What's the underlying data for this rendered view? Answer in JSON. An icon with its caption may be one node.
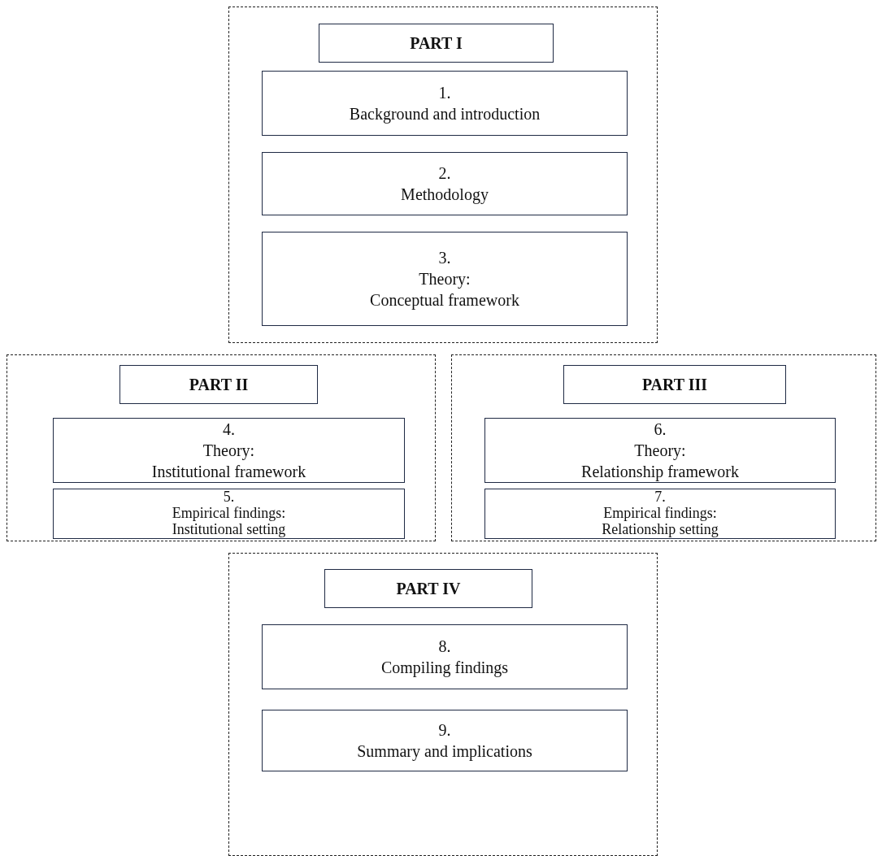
{
  "diagram": {
    "nodes": [
      {
        "text": [],
        "shape": "box"
      },
      {
        "text": [
          "PART I"
        ],
        "in": 0
      },
      {
        "text": [
          "1.",
          "Background and introduction"
        ],
        "in": 0
      },
      {
        "text": [
          "2.",
          "Methodology"
        ],
        "in": 0
      },
      {
        "text": [
          "3.",
          "Theory:",
          "Conceptual framework"
        ],
        "in": 0
      },
      {
        "text": [],
        "shape": "box"
      },
      {
        "text": [
          "PART II"
        ],
        "in": 5
      },
      {
        "text": [
          "4.",
          "Theory:",
          "Institutional framework"
        ],
        "in": 5
      },
      {
        "text": [
          "5.",
          "Empirical findings:",
          "Institutional setting"
        ],
        "in": 5
      },
      {
        "text": [],
        "shape": "box"
      },
      {
        "text": [
          "PART III"
        ],
        "in": 9
      },
      {
        "text": [
          "6.",
          "Theory:",
          "Relationship framework"
        ],
        "in": 9
      },
      {
        "text": [
          "7.",
          "Empirical findings:",
          "Relationship setting"
        ],
        "in": 9
      },
      {
        "text": [],
        "shape": "box"
      },
      {
        "text": [
          "PART IV"
        ],
        "in": 13
      },
      {
        "text": [
          "8.",
          "Compiling findings"
        ],
        "in": 13
      },
      {
        "text": [
          "9.",
          "Summary and implications"
        ],
        "in": 13
      }
    ]
  }
}
